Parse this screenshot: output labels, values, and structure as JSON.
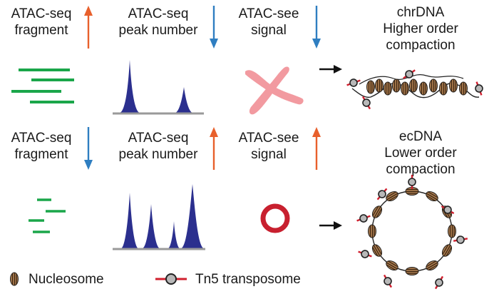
{
  "top": {
    "fragment": {
      "line1": "ATAC-seq",
      "line2": "fragment",
      "arrow": "up"
    },
    "peak": {
      "line1": "ATAC-seq",
      "line2": "peak number",
      "arrow": "down"
    },
    "signal": {
      "line1": "ATAC-see",
      "line2": "signal",
      "arrow": "down"
    },
    "title": {
      "line1": "chrDNA",
      "line2": "Higher order",
      "line3": "compaction"
    }
  },
  "bottom": {
    "fragment": {
      "line1": "ATAC-seq",
      "line2": "fragment",
      "arrow": "down"
    },
    "peak": {
      "line1": "ATAC-seq",
      "line2": "peak number",
      "arrow": "up"
    },
    "signal": {
      "line1": "ATAC-see",
      "line2": "signal",
      "arrow": "up"
    },
    "title": {
      "line1": "ecDNA",
      "line2": "Lower order",
      "line3": "compaction"
    }
  },
  "legend": {
    "nucleosome_label": "Nucleosome",
    "tn5_label": "Tn5 transposome"
  },
  "colors": {
    "arrow_up": "#e8602c",
    "arrow_down": "#2f7ec1",
    "fragment": "#1aa64a",
    "peak": "#2b2f8e",
    "baseline": "#9a9a9a",
    "chromosome": "#f29aa0",
    "ring": "#c8202f",
    "tn5_red": "#d01f2e",
    "nucleosome": "#8b5a2b"
  }
}
